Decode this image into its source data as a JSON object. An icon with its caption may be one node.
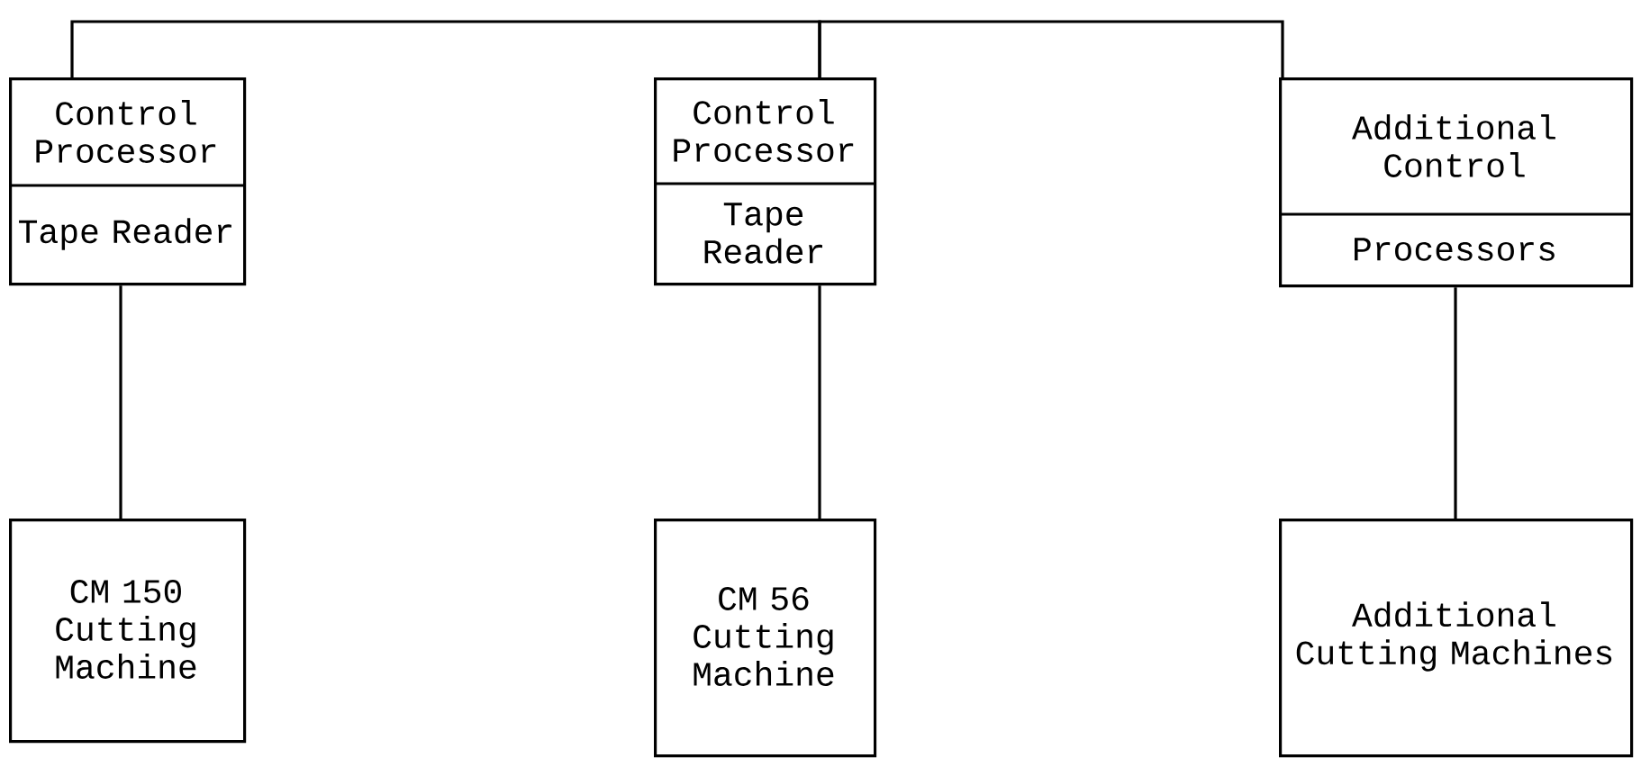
{
  "diagram": {
    "nodes": [
      {
        "text": [
          "Control Processor",
          "Tape Reader"
        ]
      },
      {
        "text": [
          "Control Processor",
          "Tape Reader"
        ]
      },
      {
        "text": [
          "Additional Control",
          "Processors"
        ]
      },
      {
        "text": [
          "CM 150 Cutting Machine"
        ]
      },
      {
        "text": [
          "CM 56 Cutting Machine"
        ]
      },
      {
        "text": [
          "Additional Cutting Machines"
        ]
      }
    ],
    "edges": [
      {
        "from": 0,
        "to": 1,
        "arrow": "none"
      },
      {
        "from": 1,
        "to": 2,
        "arrow": "none"
      },
      {
        "from": 0,
        "to": 3,
        "arrow": "none"
      },
      {
        "from": 1,
        "to": 4,
        "arrow": "none"
      },
      {
        "from": 2,
        "to": 5,
        "arrow": "none"
      }
    ]
  }
}
